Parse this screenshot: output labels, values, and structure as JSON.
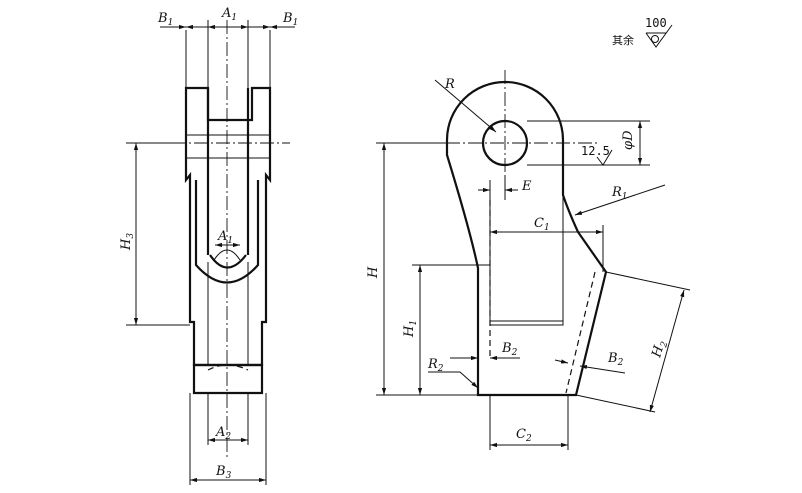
{
  "roughness": {
    "prefix": "其余",
    "value": "100"
  },
  "front_view": {
    "labels": {
      "B1": "B",
      "B1_sub": "1",
      "A1": "A",
      "A1_sub": "1",
      "H3": "H",
      "H3_sub": "3",
      "A2": "A",
      "A2_sub": "2",
      "B3": "B",
      "B3_sub": "3"
    }
  },
  "side_view": {
    "labels": {
      "R": "R",
      "D": "φD",
      "roughness_hole": "12.5",
      "E": "E",
      "R1": "R",
      "R1_sub": "1",
      "C1": "C",
      "C1_sub": "1",
      "H": "H",
      "H1": "H",
      "H1_sub": "1",
      "B2": "B",
      "B2_sub": "2",
      "H2": "H",
      "H2_sub": "2",
      "R2": "R",
      "R2_sub": "2",
      "C2": "C",
      "C2_sub": "2"
    }
  },
  "colors": {
    "line": "#111111",
    "background": "#ffffff"
  }
}
